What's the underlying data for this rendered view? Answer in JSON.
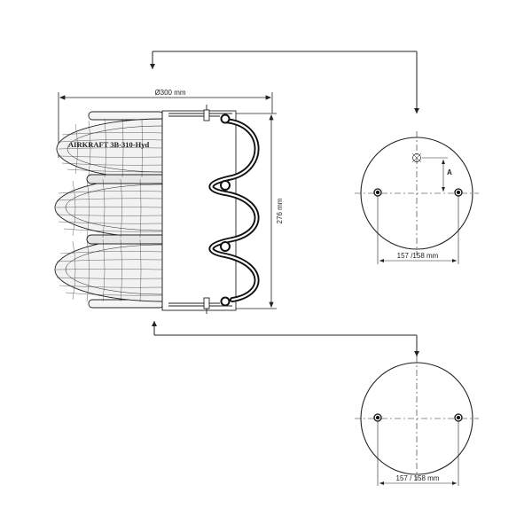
{
  "product_label": "AIRKRAFT 3B-310-Hyd",
  "dimensions": {
    "diameter": "Ø300 mm",
    "height": "276 mm",
    "top_bolt_spacing": "157 /158 mm",
    "bottom_bolt_spacing": "157 / 158 mm",
    "offset_label": "A"
  },
  "colors": {
    "line": "#222222",
    "bellow_fill": "#f2f2f2",
    "bead": "#111111"
  }
}
